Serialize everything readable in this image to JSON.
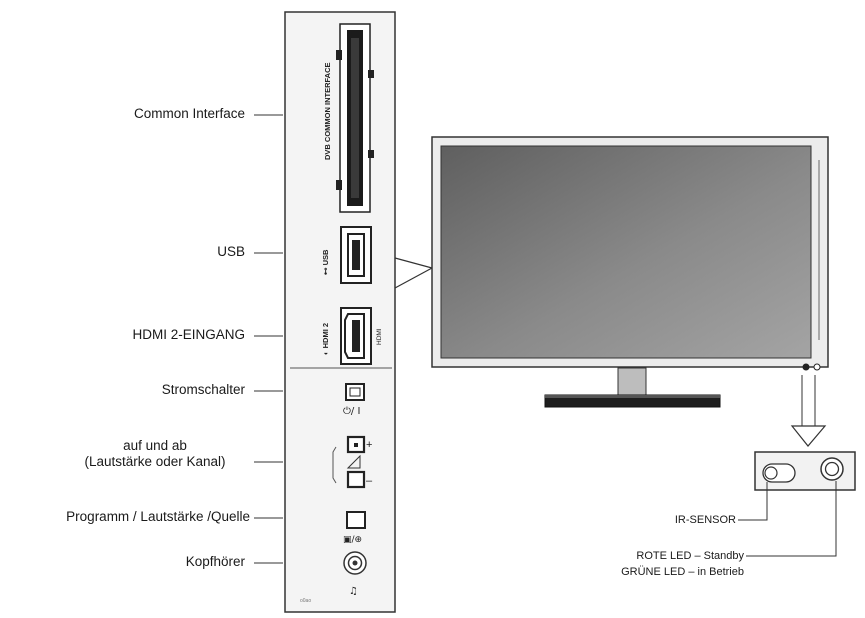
{
  "labels": {
    "common_interface": "Common Interface",
    "usb": "USB",
    "hdmi2": "HDMI 2-EINGANG",
    "power_switch": "Stromschalter",
    "up_down_line1": "auf und ab",
    "up_down_line2": "(Lautstärke oder Kanal)",
    "program": "Programm / Lautstärke /Quelle",
    "headphones": "Kopfhörer",
    "ir_sensor": "IR-SENSOR",
    "red_led": "ROTE LED – Standby",
    "green_led": "GRÜNE LED – in Betrieb"
  },
  "panel": {
    "slot_label": "DVB COMMON INTERFACE",
    "usb_port_label": "⊷ USB",
    "hdmi_port_label": "◐ HDMI 2",
    "hdmi_connector_text": "HDMI",
    "power_symbol": "⏻/ I",
    "plus_sign": "+",
    "minus_sign": "–",
    "source_symbol": "▣/⊕",
    "headphone_symbol": "♫",
    "model_text": "o0ao"
  },
  "colors": {
    "line": "#333333",
    "screen_dark": "#6b6b6b",
    "screen_light": "#9a9a9a",
    "bezel": "#e6e6e6"
  }
}
